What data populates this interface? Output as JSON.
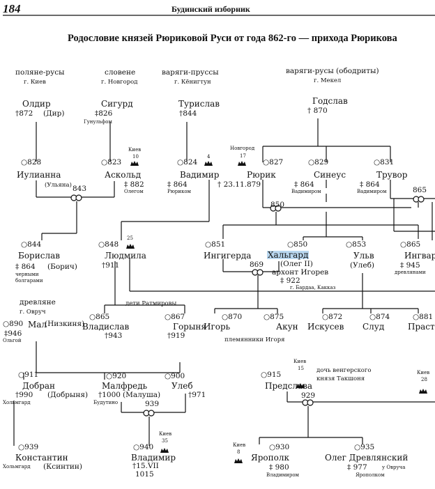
{
  "header": {
    "page_number": "184",
    "book_title": "Будинский изборник"
  },
  "title": "Родословие князей Рюриковой Руси от года 862-го — прихода Рюрикова",
  "tribes": {
    "polyane": {
      "name": "поляне-русы",
      "city": "г. Киев"
    },
    "slovene": {
      "name": "словене",
      "city": "г. Новгород"
    },
    "prussy": {
      "name": "варяги-пруссы",
      "city": "г. Кёнигтун"
    },
    "obodrity": {
      "name": "варяги-русы (ободриты)",
      "city": "г. Мекел"
    },
    "drevlyane": {
      "name": "древляне",
      "city": "г. Овруч"
    }
  },
  "people": {
    "oldir": {
      "name": "Олдир",
      "date": "†872",
      "alias": "(Дир)"
    },
    "sigurd": {
      "name": "Сигурд",
      "date": "‡826",
      "note": "Гунульфом"
    },
    "turislav": {
      "name": "Турислав",
      "date": "†844"
    },
    "godslav": {
      "name": "Годслав",
      "date": "† 870"
    },
    "iulianna": {
      "name": "Иулианна",
      "birth": "○828",
      "alias": "(Ульяна)"
    },
    "askold": {
      "name": "Аскольд",
      "birth": "○823",
      "date": "‡ 882",
      "note": "Олегом"
    },
    "vadimir": {
      "name": "Вадимир",
      "birth": "○824",
      "date": "‡ 864",
      "note": "Рюриком"
    },
    "ryurik": {
      "name": "Рюрик",
      "birth": "○827",
      "date": "† 23.11.879"
    },
    "sineus": {
      "name": "Синеус",
      "birth": "○829",
      "date": "‡ 864",
      "note": "Вадимиром"
    },
    "truvor": {
      "name": "Трувор",
      "birth": "○831",
      "date": "‡ 864",
      "note": "Вадимиром"
    },
    "borislav": {
      "name": "Борислав",
      "birth": "○844",
      "date": "‡ 864",
      "alias": "(Борич)",
      "note1": "черными",
      "note2": "болгарами"
    },
    "lyudmila": {
      "name": "Людмила",
      "birth": "○848",
      "date": "†911"
    },
    "ingigerda": {
      "name": "Ингигерда",
      "birth": "○851"
    },
    "halgard": {
      "name": "Хальгард",
      "birth": "○850",
      "alias": "(Олег II)",
      "title": "архонт Игорев",
      "date": "‡ 922",
      "note": "г. Бардаа, Какказ"
    },
    "ulv": {
      "name": "Ульв",
      "birth": "○853",
      "alias": "(Улеб)"
    },
    "ingvar": {
      "name": "Ингвар",
      "birth": "○865",
      "date": "‡ 945",
      "note": "древлянами"
    },
    "mal": {
      "name": "Мал",
      "birth": "○890",
      "date": "‡946",
      "note": "Ольгой",
      "alias": "(Низкиня)"
    },
    "vladislav": {
      "name": "Владислав",
      "birth": "○865",
      "date": "†943"
    },
    "goryanya": {
      "name": "Горыня",
      "birth": "○867",
      "date": "†919"
    },
    "igor": {
      "name": "Игорь",
      "birth": "○870"
    },
    "akun": {
      "name": "Акун",
      "birth": "○875"
    },
    "iskusev": {
      "name": "Искусев",
      "birth": "○872"
    },
    "slud": {
      "name": "Слуд",
      "birth": "○874"
    },
    "prasten": {
      "name": "Прастен",
      "birth": "○881"
    },
    "dobran": {
      "name": "Добран",
      "birth": "○911",
      "date": "†990",
      "alias": "(Добрыня)",
      "note": "Хольмгард"
    },
    "malfred": {
      "name": "Малфредь",
      "birth": "○920",
      "date": "†1000",
      "alias": "(Малуша)",
      "note": "Будутино"
    },
    "uleb": {
      "name": "Улеб",
      "birth": "○900",
      "date": "†971"
    },
    "predslava": {
      "name": "Предслава",
      "birth": "○915"
    },
    "konstantin": {
      "name": "Константин",
      "birth": "○939",
      "alias": "(Ксинтин)",
      "note": "Хольмгард"
    },
    "vladimir": {
      "name": "Владимир",
      "birth": "○940",
      "date": "†15.VII",
      "year": "1015"
    },
    "yaropolk": {
      "name": "Ярополк",
      "birth": "○930",
      "date": "‡ 980",
      "note": "Владимиром"
    },
    "oleg": {
      "name": "Олег Древлянский",
      "birth": "○935",
      "date": "‡ 977",
      "place": "у Овруча",
      "note": "Ярополком"
    }
  },
  "marriages": {
    "m843": "843",
    "m850": "850",
    "m865": "865",
    "m869": "869",
    "m929": "929",
    "m939": "939"
  },
  "reigns": {
    "kiev10": {
      "city": "Киев",
      "num": "10"
    },
    "r4": {
      "num": "4"
    },
    "novgorod17": {
      "city": "Новгород",
      "num": "17"
    },
    "r25": {
      "num": "25"
    },
    "kiev15": {
      "city": "Киев",
      "num": "15"
    },
    "kiev28": {
      "city": "Киев",
      "num": "28"
    },
    "kiev35": {
      "city": "Киев",
      "num": "35"
    },
    "kiev8": {
      "city": "Киев",
      "num": "8"
    }
  },
  "labels": {
    "ratmir_children": "дети Ратмировы",
    "igor_nephews": "племянники Игоря",
    "hungarian_daughter1": "дочь венгерского",
    "hungarian_daughter2": "князя Такшоня"
  }
}
